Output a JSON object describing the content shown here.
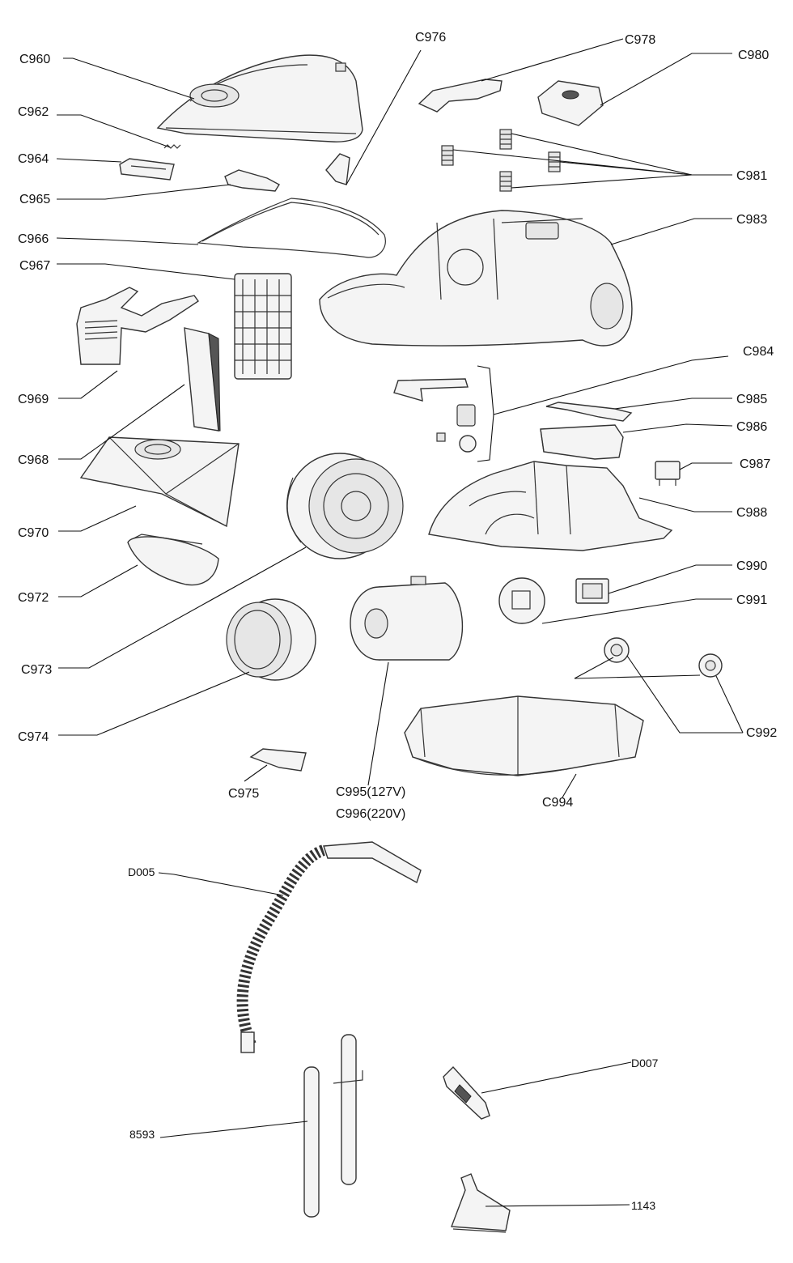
{
  "labels": {
    "C960": "C960",
    "C962": "C962",
    "C964": "C964",
    "C965": "C965",
    "C966": "C966",
    "C967": "C967",
    "C968": "C968",
    "C969": "C969",
    "C970": "C970",
    "C972": "C972",
    "C973": "C973",
    "C974": "C974",
    "C975": "C975",
    "C976": "C976",
    "C978": "C978",
    "C980": "C980",
    "C981": "C981",
    "C983": "C983",
    "C984": "C984",
    "C985": "C985",
    "C986": "C986",
    "C987": "C987",
    "C988": "C988",
    "C990": "C990",
    "C991": "C991",
    "C992": "C992",
    "C994": "C994",
    "C995": "C995(127V)",
    "C996": "C996(220V)",
    "D005": "D005",
    "D007": "D007",
    "P8593": "8593",
    "P1143": "1143"
  }
}
